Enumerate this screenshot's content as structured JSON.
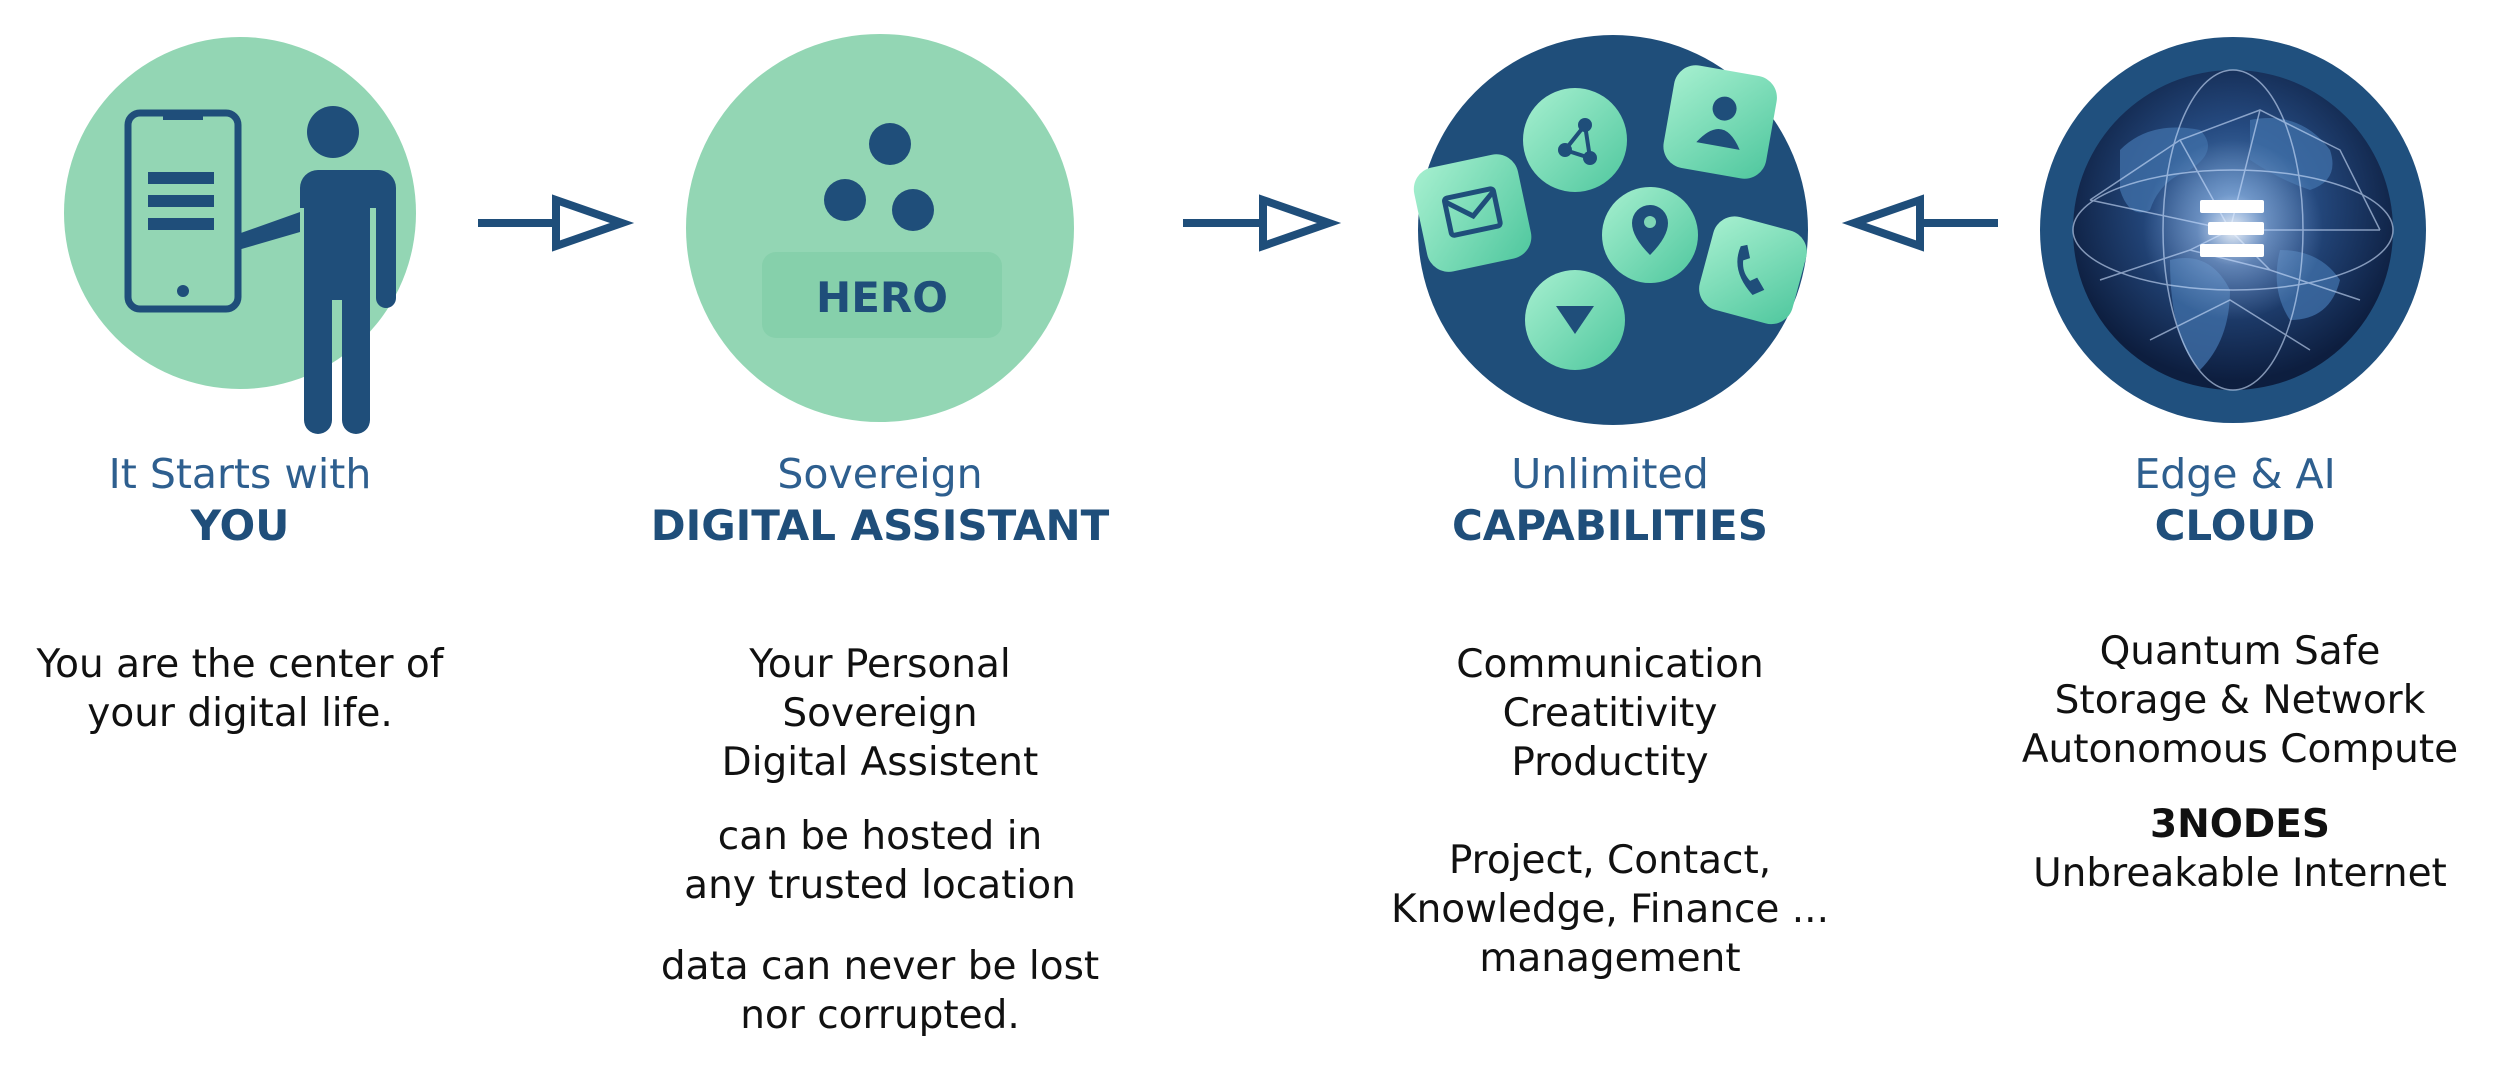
{
  "colors": {
    "mint": "#93d6b4",
    "mint_light": "#7fd6b6",
    "navy": "#1f4e7a",
    "navy_circle": "#20507e",
    "text_dark": "#111111",
    "title_blue": "#2e5f8f"
  },
  "steps": [
    {
      "icon": "person-phone-icon",
      "title_line1": "It Starts with",
      "title_line2": "YOU",
      "body": [
        "You are the center of",
        "your digital life."
      ]
    },
    {
      "icon": "hero-assistant-icon",
      "badge": "HERO",
      "title_line1": "Sovereign",
      "title_line2": "DIGITAL ASSISTANT",
      "body_group1": [
        "Your Personal",
        "Sovereign",
        "Digital Assistent"
      ],
      "body_group2": [
        "can be hosted in",
        "any trusted location"
      ],
      "body_group3": [
        "data can never be lost",
        "nor corrupted."
      ]
    },
    {
      "icon": "app-cluster-icon",
      "title_line1": "Unlimited",
      "title_line2": "CAPABILITIES",
      "body_group1": [
        "Communication",
        "Creatitivity",
        "Productity"
      ],
      "body_group2": [
        "Project, Contact,",
        "Knowledge, Finance ...",
        "management"
      ]
    },
    {
      "icon": "globe-network-icon",
      "title_line1": "Edge & AI",
      "title_line2": "CLOUD",
      "body_group1": [
        "Quantum Safe",
        "Storage & Network",
        "Autonomous Compute"
      ],
      "body_group2_bold": "3NODES",
      "body_group2": [
        "Unbreakable Internet"
      ]
    }
  ],
  "arrows": [
    {
      "from": "you",
      "to": "assistant",
      "direction": "right"
    },
    {
      "from": "assistant",
      "to": "capabilities",
      "direction": "right"
    },
    {
      "from": "cloud",
      "to": "capabilities",
      "direction": "left"
    }
  ]
}
